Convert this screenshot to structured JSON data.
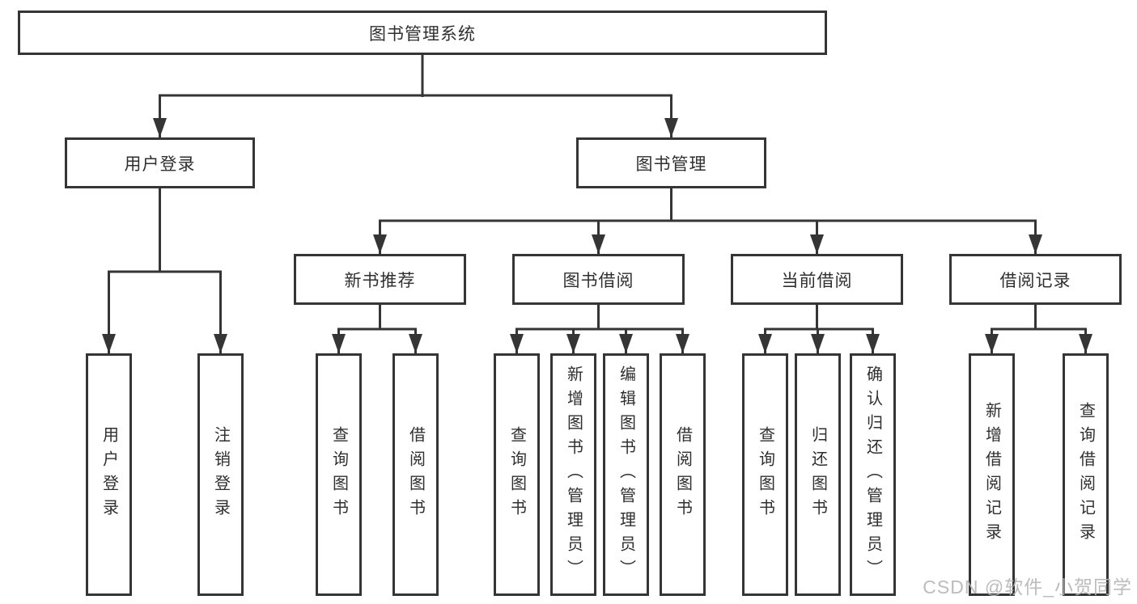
{
  "colors": {
    "line": "#353535",
    "box_border": "#353535",
    "text": "#2f2f2f",
    "watermark": "#b5b5b5",
    "background": "#ffffff"
  },
  "diagram": {
    "root": {
      "label": "图书管理系统"
    },
    "user_login": {
      "label": "用户登录",
      "children": [
        "用户登录",
        "注销登录"
      ]
    },
    "book_management": {
      "label": "图书管理",
      "sections": [
        {
          "label": "新书推荐",
          "children": [
            "查询图书",
            "借阅图书"
          ]
        },
        {
          "label": "图书借阅",
          "children": [
            "查询图书",
            "新增图书（管理员）",
            "编辑图书（管理员）",
            "借阅图书"
          ]
        },
        {
          "label": "当前借阅",
          "children": [
            "查询图书",
            "归还图书",
            "确认归还（管理员）"
          ]
        },
        {
          "label": "借阅记录",
          "children": [
            "新增借阅记录",
            "查询借阅记录"
          ]
        }
      ]
    }
  },
  "watermark": {
    "text": "CSDN @软件_小贺同学"
  }
}
